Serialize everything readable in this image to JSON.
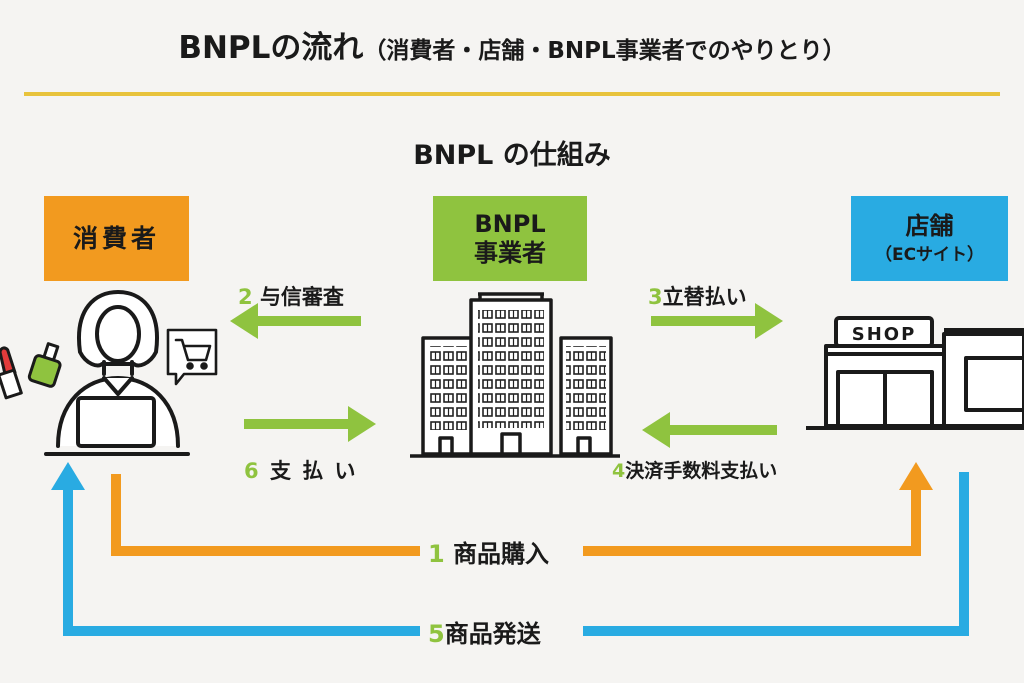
{
  "header": {
    "title_main": "BNPLの流れ",
    "title_sub": "（消費者・店舗・BNPL事業者でのやりとり）",
    "subtitle": "BNPL の仕組み"
  },
  "actors": {
    "consumer": "消費者",
    "bnpl_line1": "BNPL",
    "bnpl_line2": "事業者",
    "store_line1": "店舗",
    "store_line2": "（ECサイト）"
  },
  "shop_sign": "SHOP",
  "steps": [
    {
      "num": "1",
      "label": "商品購入"
    },
    {
      "num": "2",
      "label": "与信審査"
    },
    {
      "num": "3",
      "label": "立替払い"
    },
    {
      "num": "4",
      "label": "決済手数料支払い"
    },
    {
      "num": "5",
      "label": "商品発送"
    },
    {
      "num": "6",
      "label": "支 払 い"
    }
  ],
  "colors": {
    "orange": "#f29a1f",
    "green": "#8fc33f",
    "blue": "#29abe2",
    "divider": "#e8c33c"
  },
  "icons": [
    "consumer-laptop-icon",
    "lipstick-icon",
    "nail-polish-icon",
    "shopping-cart-bubble-icon",
    "office-building-icon",
    "shop-storefront-icon"
  ]
}
